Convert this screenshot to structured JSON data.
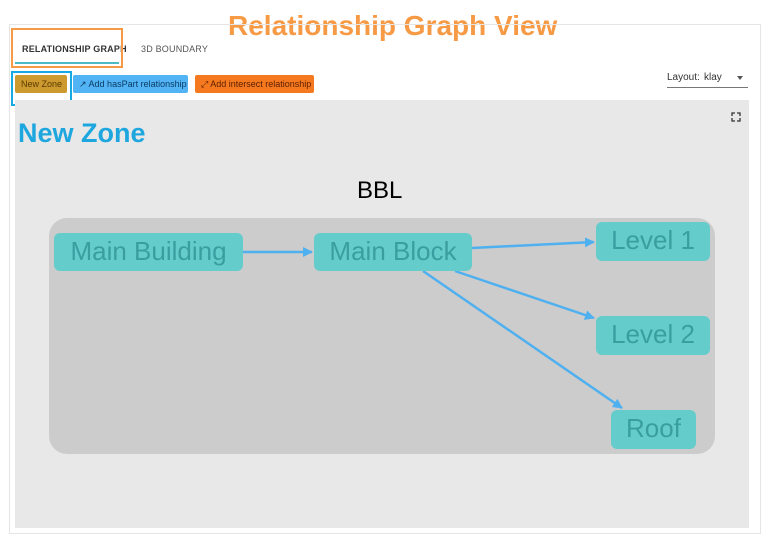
{
  "annotation": {
    "title": "Relationship Graph View",
    "new_zone_label": "New Zone",
    "title_color": "#f79a45",
    "highlight_color": "#17a9e1"
  },
  "tabs": [
    {
      "label": "RELATIONSHIP GRAPH",
      "active": true
    },
    {
      "label": "3D BOUNDARY",
      "active": false
    }
  ],
  "toolbar": {
    "new_zone": "New Zone",
    "add_haspart": "↗ Add hasPart relationship",
    "add_intersect": "⤢ Add intersect relationship",
    "layout_label": "Layout:",
    "layout_value": "klay"
  },
  "graph": {
    "group_label": "BBL",
    "nodes": {
      "main_building": "Main Building",
      "main_block": "Main Block",
      "level1": "Level 1",
      "level2": "Level 2",
      "roof": "Roof"
    },
    "edge_color": "#4fb0f0",
    "node_color": "#65cccc",
    "icons": {
      "expand": "fullscreen-icon"
    }
  }
}
